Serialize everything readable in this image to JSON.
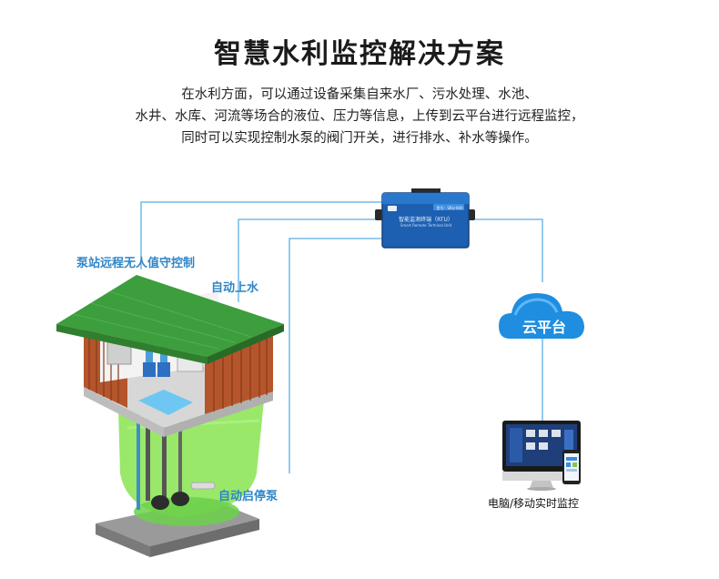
{
  "title": "智慧水利监控解决方案",
  "description": [
    "在水利方面，可以通过设备采集自来水厂、污水处理、水池、",
    "水井、水库、河流等场合的液位、压力等信息，上传到云平台进行远程监控，",
    "同时可以实现控制水泵的阀门开关，进行排水、补水等操作。"
  ],
  "labels": {
    "pump_station": "泵站远程无人值守控制",
    "auto_fill": "自动上水",
    "auto_pump": "自动启停泵",
    "cloud": "云平台",
    "monitor": "电脑/移动实时监控"
  },
  "rtu": {
    "title": "智能监测终端（RTU）",
    "subtitle": "Smart Remote Terminal Unit",
    "model": "型号：SRU-600"
  },
  "colors": {
    "line": "#5aaee8",
    "label": "#2f86c7",
    "roof": "#3c9e3c",
    "wall": "#b4552c",
    "tank": "#8ee65a",
    "cloud": "#1f8ee0",
    "rtu": "#1d5fb0"
  }
}
